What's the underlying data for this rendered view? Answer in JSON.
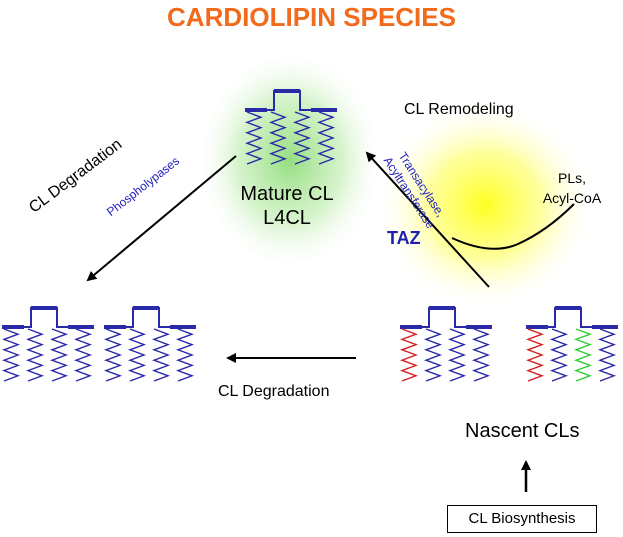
{
  "title": "CARDIOLIPIN SPECIES",
  "mature_cl": {
    "line1": "Mature CL",
    "line2": "L4CL"
  },
  "cl_remodeling": "CL Remodeling",
  "pls": {
    "line1": "PLs,",
    "line2": "Acyl-CoA"
  },
  "taz": "TAZ",
  "enzymes": {
    "line1": "Transacylase,",
    "line2": "Acyltransferase"
  },
  "cl_degradation_top": "CL Degradation",
  "phospholypases": "Phospholypases",
  "cl_degradation_bottom": "CL Degradation",
  "nascent_cls": "Nascent CLs",
  "cl_biosynthesis": "CL Biosynthesis",
  "colors": {
    "title": "#f26a1b",
    "chain_blue": "#2a2aa8",
    "chain_red": "#d42020",
    "chain_green": "#33cc33",
    "enzyme_text": "#2020c0",
    "glow_green": "#8fdc7a",
    "glow_yellow": "#ffff33"
  }
}
